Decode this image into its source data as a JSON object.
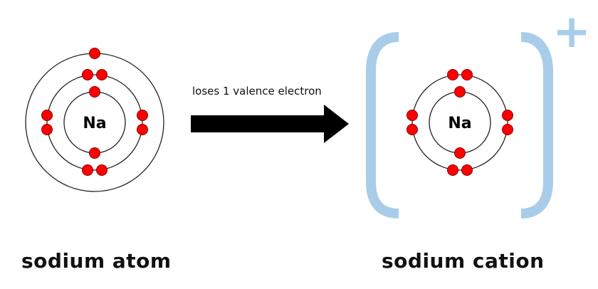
{
  "atom": {
    "symbol": "Na",
    "label": "sodium atom",
    "shells": [
      2,
      8,
      1
    ]
  },
  "ion": {
    "symbol": "Na",
    "label": "sodium cation",
    "shells": [
      2,
      8
    ],
    "charge": "+"
  },
  "arrow": {
    "label": "loses 1 valence electron"
  },
  "colors": {
    "electron": "#ff0000",
    "bracket": "#a9cde8",
    "arrow": "#000000"
  }
}
